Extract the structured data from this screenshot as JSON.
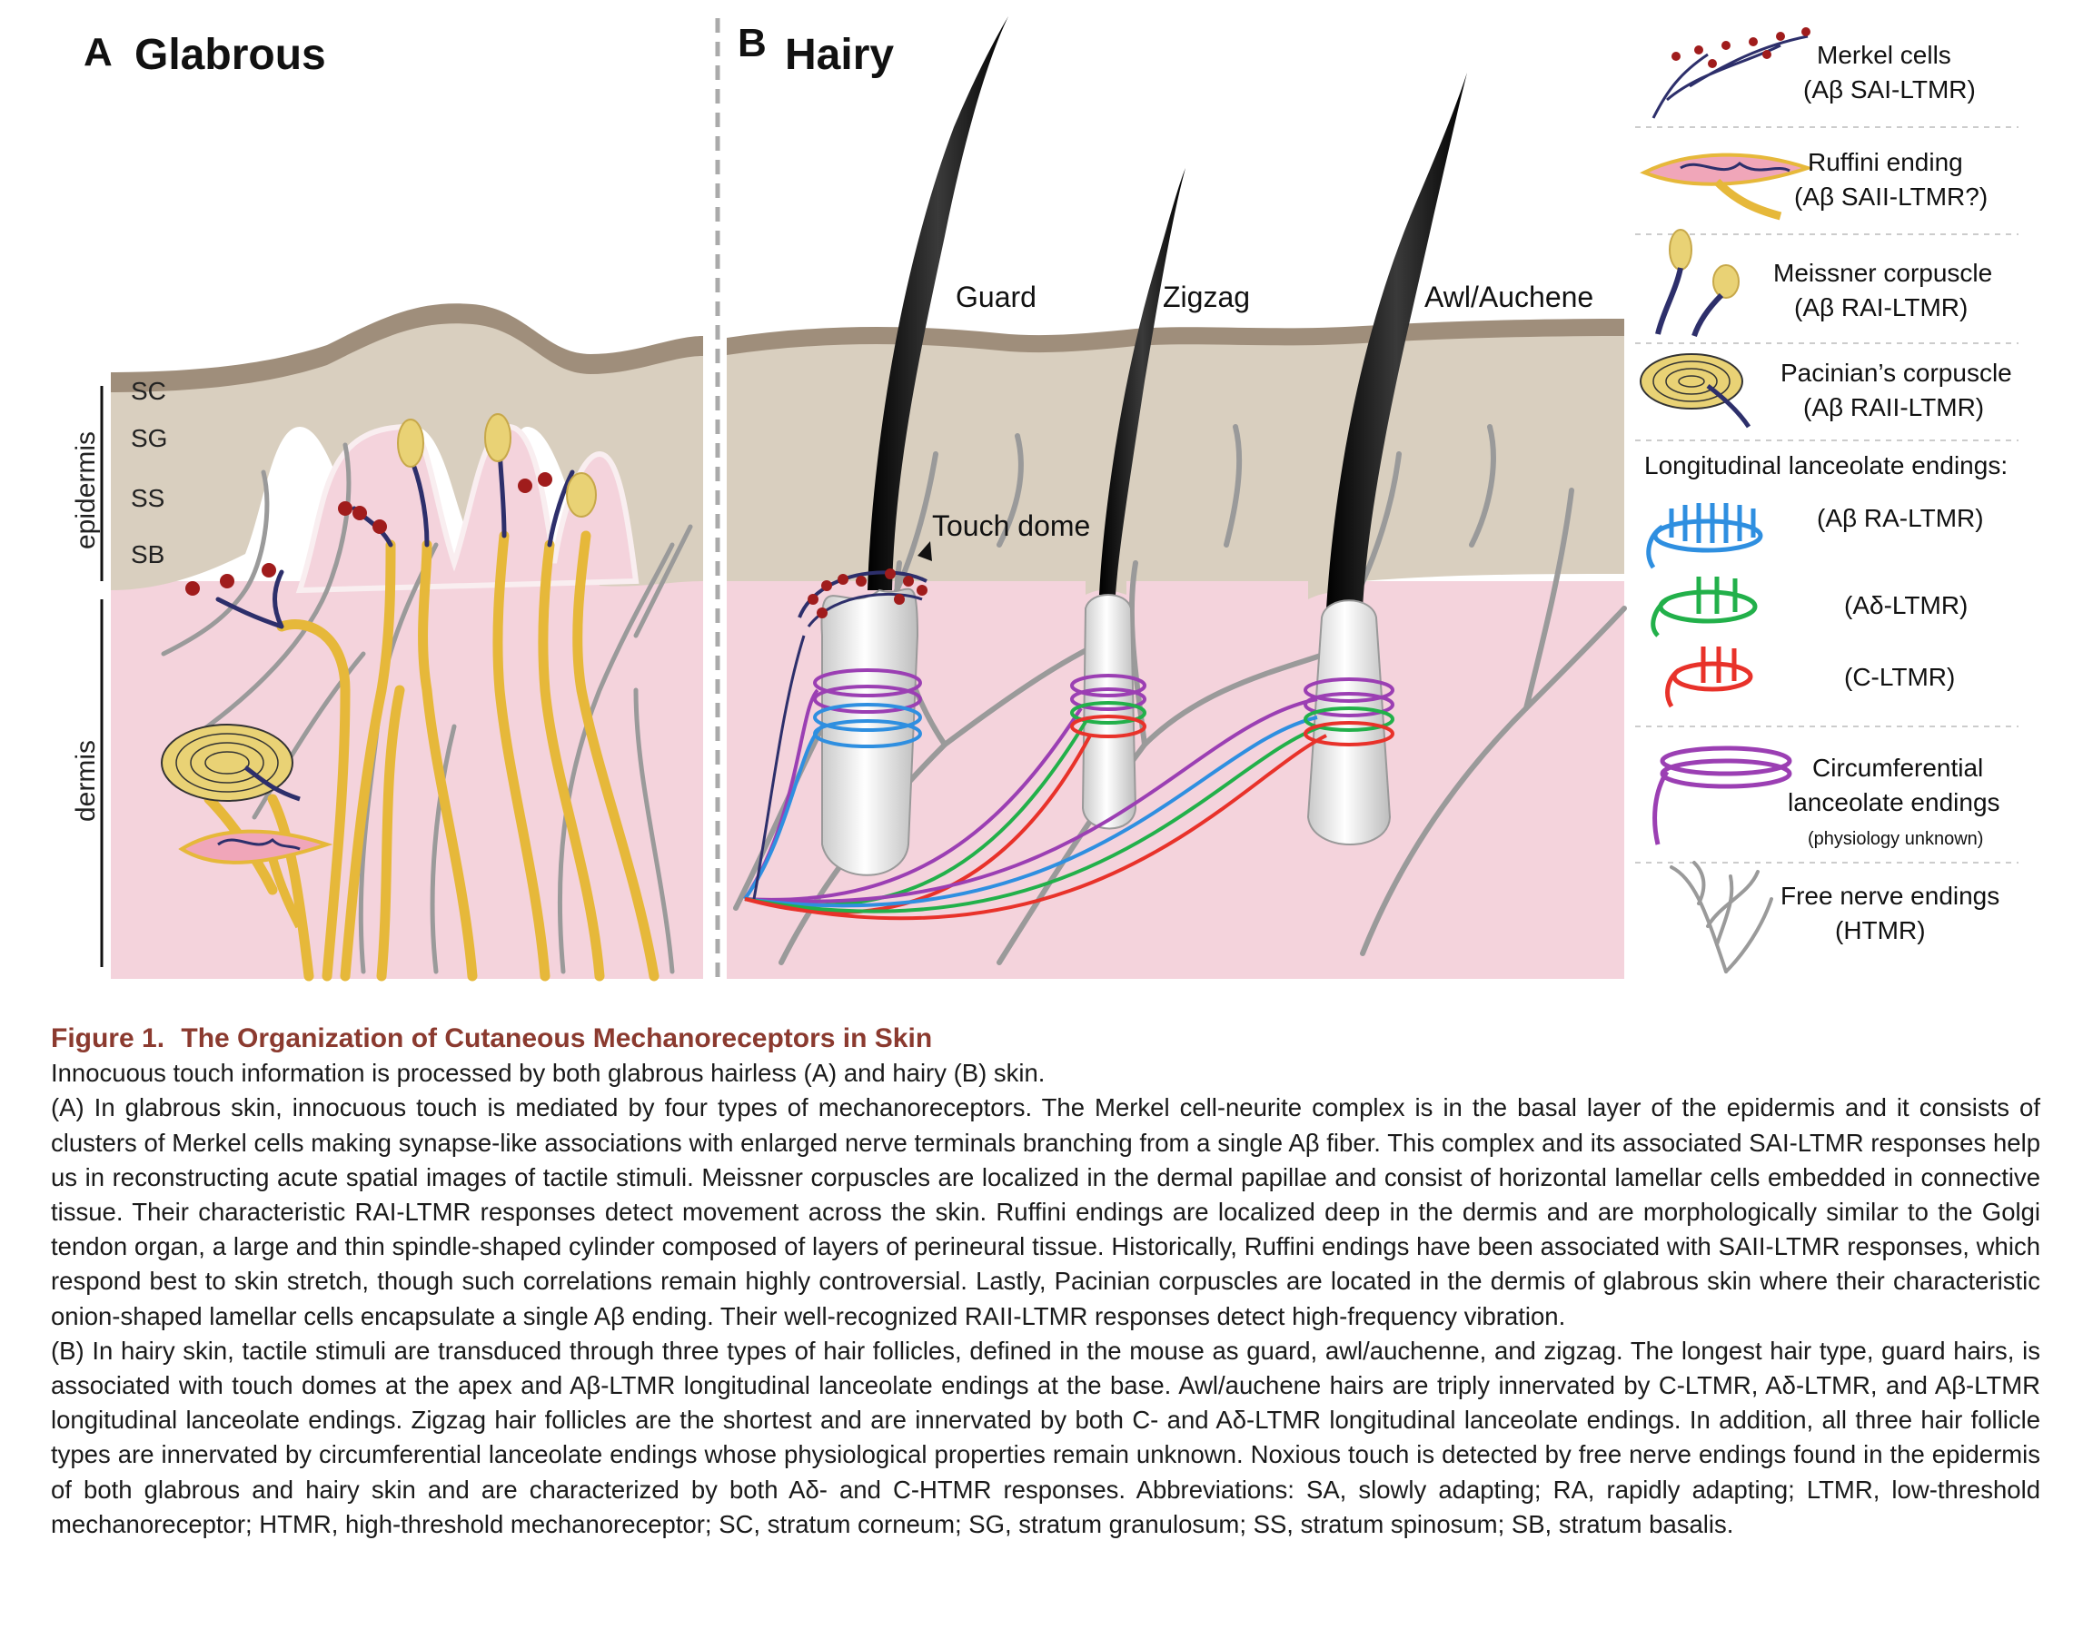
{
  "figure": {
    "panel_a": {
      "letter": "A",
      "title": "Glabrous"
    },
    "panel_b": {
      "letter": "B",
      "title": "Hairy"
    },
    "side_labels": {
      "epidermis": "epidermis",
      "dermis": "dermis"
    },
    "layers": [
      "SC",
      "SG",
      "SS",
      "SB"
    ],
    "hair_labels": {
      "guard": "Guard",
      "zigzag": "Zigzag",
      "awl": "Awl/Auchene",
      "touch_dome": "Touch dome"
    },
    "legend": {
      "merkel": {
        "line1": "Merkel cells",
        "line2": "(Aβ SAI-LTMR)"
      },
      "ruffini": {
        "line1": "Ruffini ending",
        "line2": "(Aβ SAII-LTMR?)"
      },
      "meissner": {
        "line1": "Meissner corpuscle",
        "line2": "(Aβ RAI-LTMR)"
      },
      "pacinian": {
        "line1": "Pacinian’s corpuscle",
        "line2": "(Aβ RAII-LTMR)"
      },
      "longitudinal_heading": "Longitudinal lanceolate endings:",
      "abeta": "(Aβ RA-LTMR)",
      "adelta": "(Aδ-LTMR)",
      "c": "(C-LTMR)",
      "circ": {
        "line1": "Circumferential",
        "line2": "lanceolate endings",
        "line3": "(physiology unknown)"
      },
      "free": {
        "line1": "Free nerve endings",
        "line2": "(HTMR)"
      }
    },
    "colors": {
      "abeta": "#2f8fe0",
      "adelta": "#22b04a",
      "c": "#e8322a",
      "circ": "#9b3fb3",
      "aBeta_fiber": "#e6b83a",
      "dermis": "#f4d3dc",
      "epidermis": "#d9cfbf",
      "stratum_corneum": "#9f8e7b"
    }
  },
  "caption": {
    "figure_number": "Figure 1.",
    "title": "The Organization of Cutaneous Mechanoreceptors in Skin",
    "intro": "Innocuous touch information is processed by both glabrous hairless (A) and hairy (B) skin.",
    "para_a": "(A) In glabrous skin, innocuous touch is mediated by four types of mechanoreceptors. The Merkel cell-neurite complex is in the basal layer of the epidermis and it consists of clusters of Merkel cells making synapse-like associations with enlarged nerve terminals branching from a single Aβ fiber. This complex and its associated SAI-LTMR responses help us in reconstructing acute spatial images of tactile stimuli. Meissner corpuscles are localized in the dermal papillae and consist of horizontal lamellar cells embedded in connective tissue. Their characteristic RAI-LTMR responses detect movement across the skin. Ruffini endings are localized deep in the dermis and are morphologically similar to the Golgi tendon organ, a large and thin spindle-shaped cylinder composed of layers of perineural tissue. Historically, Ruffini endings have been associated with SAII-LTMR responses, which respond best to skin stretch, though such correlations remain highly controversial. Lastly, Pacinian corpuscles are located in the dermis of glabrous skin where their characteristic onion-shaped lamellar cells encapsulate a single Aβ ending. Their well-recognized RAII-LTMR responses detect high-frequency vibration.",
    "para_b": "(B) In hairy skin, tactile stimuli are transduced through three types of hair follicles, defined in the mouse as guard, awl/auchenne, and zigzag. The longest hair type, guard hairs, is associated with touch domes at the apex and Aβ-LTMR longitudinal lanceolate endings at the base. Awl/auchene hairs are triply innervated by C-LTMR, Aδ-LTMR, and Aβ-LTMR longitudinal lanceolate endings. Zigzag hair follicles are the shortest and are innervated by both C- and Aδ-LTMR longitudinal lanceolate endings. In addition, all three hair follicle types are innervated by circumferential lanceolate endings whose physiological properties remain unknown. Noxious touch is detected by free nerve endings found in the epidermis of both glabrous and hairy skin and are characterized by both Aδ- and C-HTMR responses. Abbreviations: SA, slowly adapting; RA, rapidly adapting; LTMR, low-threshold mechanoreceptor; HTMR, high-threshold mechanoreceptor; SC, stratum corneum; SG, stratum granulosum; SS, stratum spinosum; SB, stratum basalis."
  }
}
